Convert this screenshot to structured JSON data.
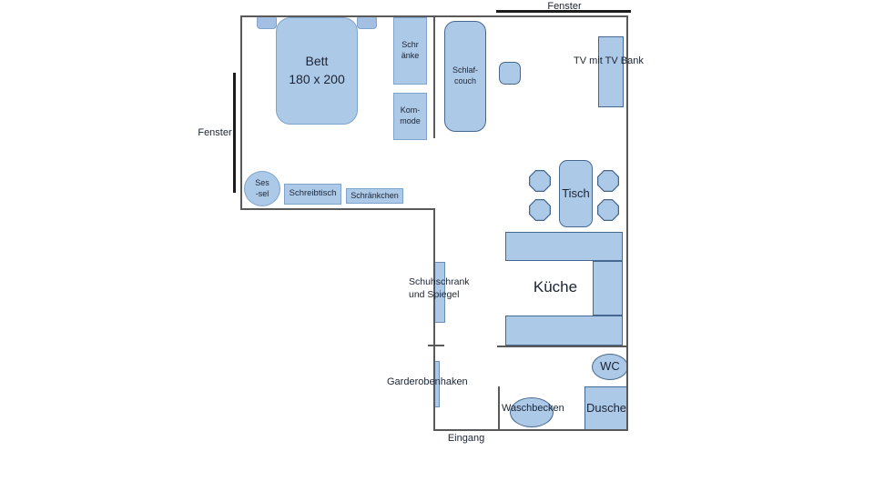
{
  "plan": {
    "type": "apartment-floor-plan",
    "labels": {
      "fenster_left": "Fenster",
      "fenster_top": "Fenster",
      "eingang": "Eingang",
      "tv": "TV mit TV Bank",
      "schuhschrank": "Schuhschrank\nund Spiegel",
      "garderobenhaken": "Garderobenhaken",
      "waschbecken": "Waschbecken",
      "kueche": "Küche"
    },
    "furniture": {
      "bett": "Bett\n180 x 200",
      "schraenke": "Schr\nänke",
      "kommode": "Kom-\nmode",
      "schlafcouch": "Schlaf-\ncouch",
      "sessel": "Ses\n-sel",
      "schreibtisch": "Schreibtisch",
      "schraenkchen": "Schränkchen",
      "tisch": "Tisch",
      "wc": "WC",
      "dusche": "Dusche"
    },
    "colors": {
      "furniture_fill": "#adc9e8",
      "furniture_border_dark": "#47688e",
      "furniture_border_light": "#7fa3cb",
      "wall": "#595959",
      "window": "#1c1c1c",
      "text": "#1b2433"
    }
  }
}
